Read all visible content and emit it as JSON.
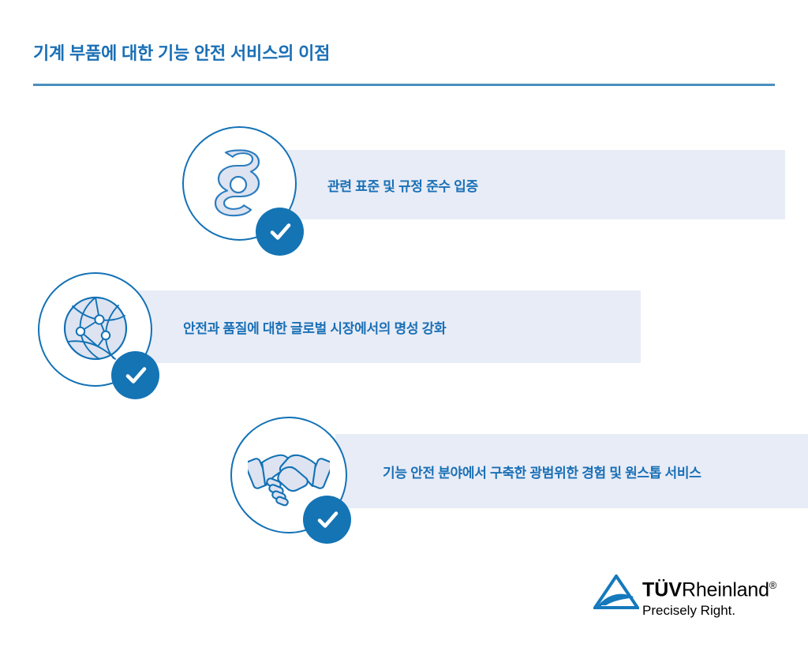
{
  "page": {
    "title": "기계 부품에 대한 기능 안전 서비스의 이점",
    "background_color": "#ffffff",
    "accent_color": "#1a6fb5",
    "rule_color": "#4a8fc0",
    "bar_color": "#e8ecf7",
    "icon_outline_color": "#1271b5",
    "icon_fill_color": "#dde3f1",
    "badge_color": "#1474b4"
  },
  "benefits": [
    {
      "text": "관련 표준 및 규정 준수 입증",
      "icon": "section-sign-icon",
      "badge": "check-icon"
    },
    {
      "text": "안전과 품질에 대한 글로벌 시장에서의 명성 강화",
      "icon": "globe-network-icon",
      "badge": "check-icon"
    },
    {
      "text": "기능 안전 분야에서 구축한 광범위한 경험 및 원스톱 서비스",
      "icon": "handshake-icon",
      "badge": "check-icon"
    }
  ],
  "logo": {
    "mark": "tuv-rheinland-triangle-icon",
    "name_bold": "TÜV",
    "name_regular": "Rheinland",
    "registered_mark": "®",
    "tagline": "Precisely Right.",
    "color": "#000000",
    "mark_color": "#1479bd"
  }
}
